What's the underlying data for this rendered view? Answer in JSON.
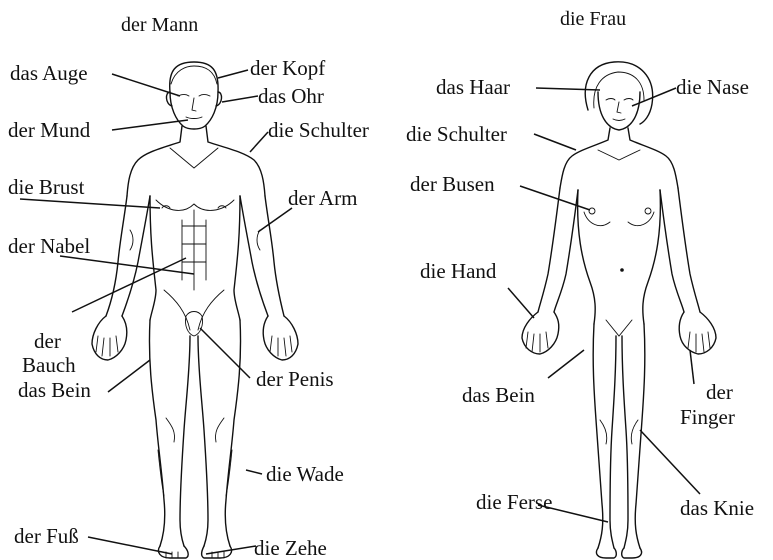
{
  "titles": {
    "man": "der Mann",
    "woman": "die Frau"
  },
  "man_labels": {
    "eye": "das Auge",
    "head": "der Kopf",
    "ear": "das Ohr",
    "mouth": "der Mund",
    "shoulder": "die Schulter",
    "chest": "die Brust",
    "arm": "der Arm",
    "navel": "der Nabel",
    "belly_line1": "der",
    "belly_line2": "Bauch",
    "leg": "das Bein",
    "penis": "der Penis",
    "calf": "die Wade",
    "foot": "der Fuß",
    "toe": "die Zehe"
  },
  "woman_labels": {
    "hair": "das Haar",
    "nose": "die Nase",
    "shoulder": "die Schulter",
    "bosom": "der Busen",
    "hand": "die Hand",
    "leg": "das Bein",
    "finger_line1": "der",
    "finger_line2": "Finger",
    "heel": "die Ferse",
    "knee": "das Knie"
  },
  "colors": {
    "ink": "#111111",
    "background": "#ffffff"
  }
}
